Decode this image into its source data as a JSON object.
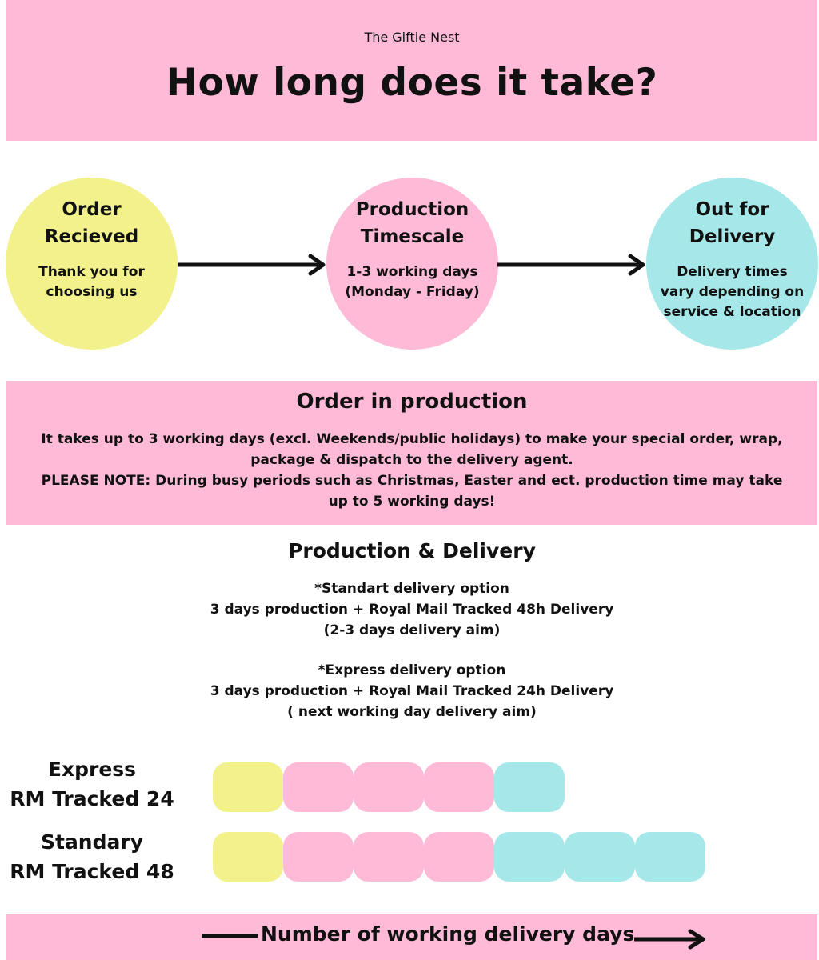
{
  "header": {
    "brand": "The Giftie Nest",
    "title": "How long does it take?"
  },
  "steps": [
    {
      "title_line1": "Order",
      "title_line2": "Recieved",
      "text_lines": [
        "Thank you for",
        "choosing us"
      ],
      "color": "#f2f18c"
    },
    {
      "title_line1": "Production",
      "title_line2": "Timescale",
      "text_lines": [
        "1-3 working days",
        "(Monday - Friday)"
      ],
      "color": "#ffbad8"
    },
    {
      "title_line1": "Out for",
      "title_line2": "Delivery",
      "text_lines": [
        "Delivery times",
        "vary depending on",
        "service & location"
      ],
      "color": "#a6e8e9"
    }
  ],
  "production": {
    "title": "Order in production",
    "lines": [
      "It takes up to 3 working days (excl. Weekends/public holidays) to make your special order, wrap,",
      "package & dispatch to the delivery agent.",
      "PLEASE NOTE: During busy periods such as Christmas, Easter and ect. production time may take",
      "up to 5 working days!"
    ]
  },
  "delivery": {
    "title": "Production & Delivery",
    "options": [
      {
        "lines": [
          "*Standart delivery option",
          "3 days production + Royal Mail Tracked 48h Delivery",
          "(2-3 days delivery aim)"
        ]
      },
      {
        "lines": [
          "*Express delivery option",
          "3 days production + Royal Mail Tracked 24h Delivery",
          "( next working day delivery aim)"
        ]
      }
    ]
  },
  "timeline": {
    "rows": [
      {
        "label_line1": "Express",
        "label_line2": "RM Tracked 24",
        "days": [
          "order",
          "production",
          "production",
          "production",
          "delivery"
        ]
      },
      {
        "label_line1": "Standary",
        "label_line2": "RM Tracked 48",
        "days": [
          "order",
          "production",
          "production",
          "production",
          "delivery",
          "delivery",
          "delivery"
        ]
      }
    ],
    "colors": {
      "order": "#f2f18c",
      "production": "#ffbad8",
      "delivery": "#a6e8e9"
    }
  },
  "footer": {
    "label": "Number of working delivery days"
  },
  "colors": {
    "band": "#ffbad8",
    "text": "#111111"
  }
}
